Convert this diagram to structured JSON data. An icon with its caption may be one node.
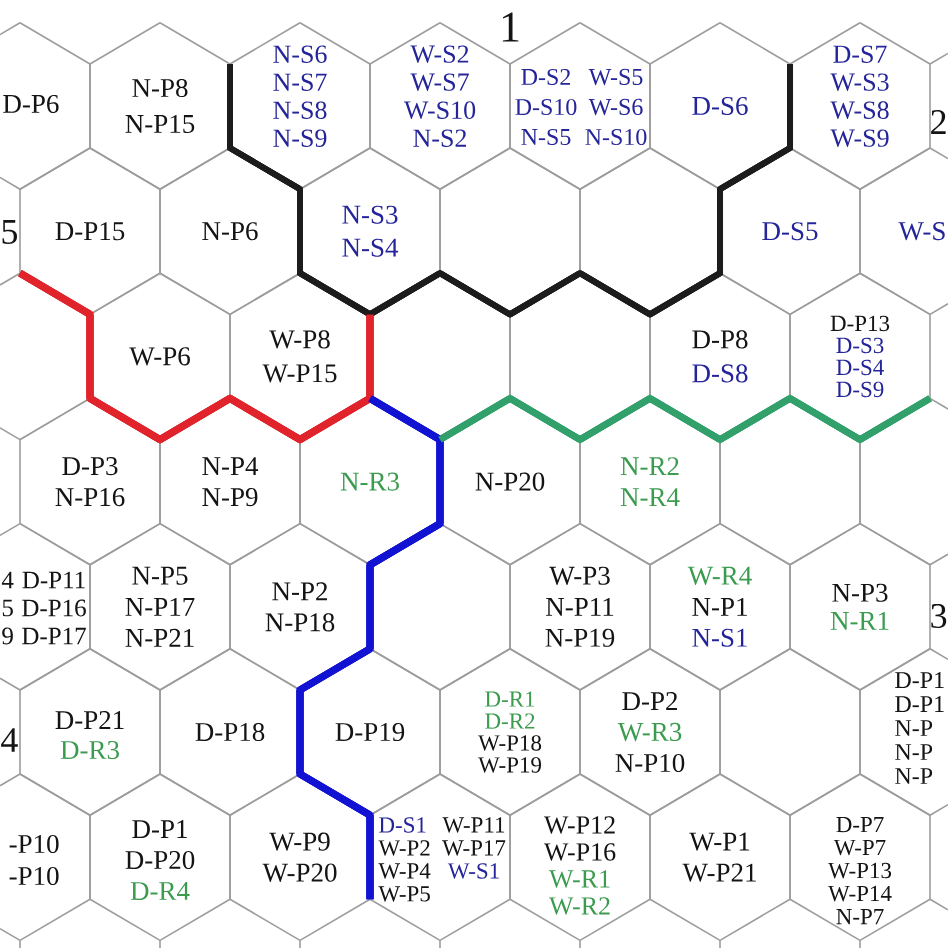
{
  "diagram": {
    "nodes": [
      {
        "text": [
          "D-P6"
        ]
      },
      {
        "text": [
          "N-P8",
          "N-P15"
        ]
      },
      {
        "text": [
          "N-S6",
          "N-S7",
          "N-S8",
          "N-S9"
        ]
      },
      {
        "text": [
          "W-S2",
          "W-S7",
          "W-S10",
          "N-S2"
        ]
      },
      {
        "text": [
          "D-S2",
          "D-S10",
          "N-S5",
          "W-S5",
          "W-S6",
          "N-S10"
        ]
      },
      {
        "text": [
          "D-S6"
        ]
      },
      {
        "text": [
          "D-S7",
          "W-S3",
          "W-S8",
          "W-S9"
        ]
      },
      {
        "text": [
          "D-P15"
        ]
      },
      {
        "text": [
          "N-P6"
        ]
      },
      {
        "text": [
          "N-S3",
          "N-S4"
        ]
      },
      {
        "text": [],
        "shape": "hexagon"
      },
      {
        "text": [],
        "shape": "hexagon"
      },
      {
        "text": [
          "D-S5"
        ]
      },
      {
        "text": [
          "W-S"
        ]
      },
      {
        "text": [],
        "shape": "hexagon"
      },
      {
        "text": [
          "W-P6"
        ]
      },
      {
        "text": [
          "W-P8",
          "W-P15"
        ]
      },
      {
        "text": [],
        "shape": "hexagon"
      },
      {
        "text": [],
        "shape": "hexagon"
      },
      {
        "text": [
          "D-P8",
          "D-S8"
        ]
      },
      {
        "text": [
          "D-P13",
          "D-S3",
          "D-S4",
          "D-S9"
        ]
      },
      {
        "text": [
          "D-P3",
          "N-P16"
        ]
      },
      {
        "text": [
          "N-P4",
          "N-P9"
        ]
      },
      {
        "text": [
          "N-R3"
        ]
      },
      {
        "text": [
          "N-P20"
        ]
      },
      {
        "text": [
          "N-R2",
          "N-R4"
        ]
      },
      {
        "text": [],
        "shape": "hexagon"
      },
      {
        "text": [],
        "shape": "hexagon"
      },
      {
        "text": [
          "4",
          "5",
          "9",
          "D-P11",
          "D-P16",
          "D-P17"
        ]
      },
      {
        "text": [
          "N-P5",
          "N-P17",
          "N-P21"
        ]
      },
      {
        "text": [
          "N-P2",
          "N-P18"
        ]
      },
      {
        "text": [],
        "shape": "hexagon"
      },
      {
        "text": [
          "W-P3",
          "N-P11",
          "N-P19"
        ]
      },
      {
        "text": [
          "W-R4",
          "N-P1",
          "N-S1"
        ]
      },
      {
        "text": [
          "N-P3",
          "N-R1"
        ]
      },
      {
        "text": [
          "D-P21",
          "D-R3"
        ]
      },
      {
        "text": [
          "D-P18"
        ]
      },
      {
        "text": [
          "D-P19"
        ]
      },
      {
        "text": [
          "D-R1",
          "D-R2",
          "W-P18",
          "W-P19"
        ]
      },
      {
        "text": [
          "D-P2",
          "W-R3",
          "N-P10"
        ]
      },
      {
        "text": [],
        "shape": "hexagon"
      },
      {
        "text": [
          "D-P1",
          "D-P1",
          "N-P",
          "N-P",
          "N-P"
        ]
      },
      {
        "text": [
          "-P10",
          "-P10"
        ]
      },
      {
        "text": [
          "D-P1",
          "D-P20",
          "D-R4"
        ]
      },
      {
        "text": [
          "W-P9",
          "W-P20"
        ]
      },
      {
        "text": [
          "D-S1",
          "W-P2",
          "W-P4",
          "W-P5",
          "W-P11",
          "W-P17",
          "W-S1"
        ]
      },
      {
        "text": [
          "W-P12",
          "W-P16",
          "W-R1",
          "W-R2"
        ]
      },
      {
        "text": [
          "W-P1",
          "W-P21"
        ]
      },
      {
        "text": [
          "D-P7",
          "W-P7",
          "W-P13",
          "W-P14",
          "N-P7"
        ]
      }
    ],
    "labels": [
      "1",
      "2",
      "5",
      "3",
      "4"
    ]
  }
}
